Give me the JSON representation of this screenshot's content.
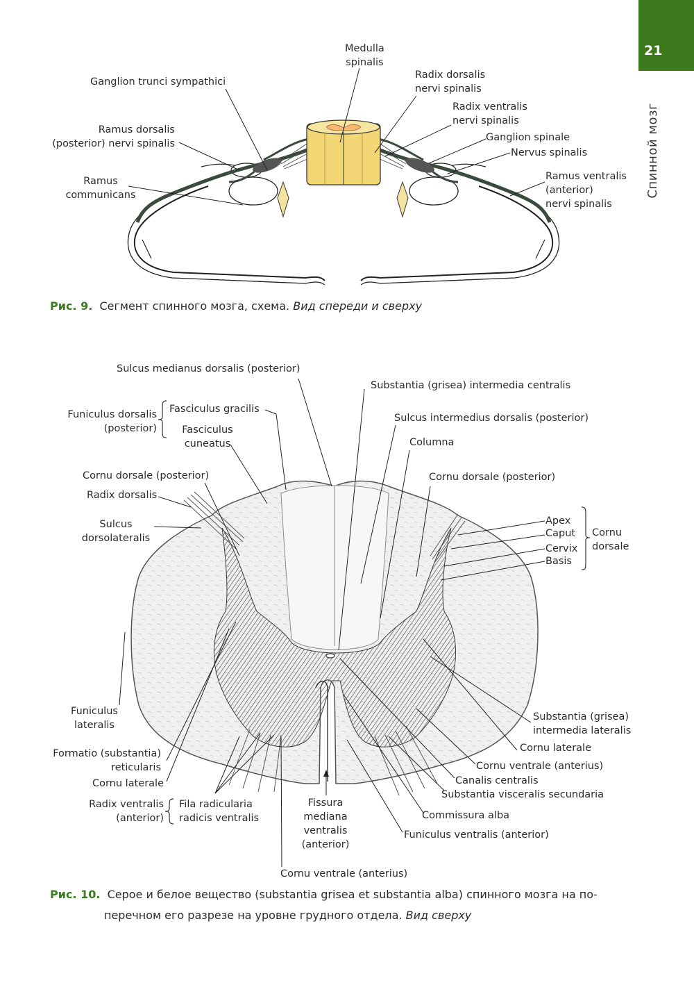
{
  "page": {
    "number": "21",
    "running_head": "Спинной мозг"
  },
  "figure9": {
    "labels": {
      "medulla": "Medulla\nspinalis",
      "radix_dorsalis": "Radix dorsalis\nnervi spinalis",
      "ganglion_trunci": "Ganglion trunci sympathici",
      "radix_ventralis": "Radix ventralis\nnervi spinalis",
      "ganglion_spinale": "Ganglion spinale",
      "nervus_spinalis": "Nervus spinalis",
      "ramus_dorsalis": "Ramus dorsalis\n(posterior) nervi spinalis",
      "ramus_ventralis": "Ramus ventralis\n(anterior)\nnervi spinalis",
      "ramus_communicans": "Ramus\ncommunicans"
    },
    "caption": {
      "number": "Рис. 9.",
      "text": "Сегмент спинного мозга, схема.",
      "italic": "Вид спереди и сверху"
    }
  },
  "figure10": {
    "labels": {
      "sulcus_medianus": "Sulcus medianus dorsalis (posterior)",
      "substantia_intermedia_centralis": "Substantia (grisea) intermedia centralis",
      "funiculus_dorsalis": "Funiculus dorsalis\n(posterior)",
      "fasciculus_gracilis": "Fasciculus gracilis",
      "sulcus_intermedius": "Sulcus intermedius dorsalis (posterior)",
      "fasciculus_cuneatus": "Fasciculus\ncuneatus",
      "columna": "Columna",
      "cornu_dorsale_left": "Cornu dorsale (posterior)",
      "cornu_dorsale_right": "Cornu dorsale (posterior)",
      "radix_dorsalis": "Radix dorsalis",
      "sulcus_dorsolateralis": "Sulcus\ndorsolateralis",
      "apex": "Apex",
      "caput": "Caput",
      "cervix": "Cervix",
      "basis": "Basis",
      "cornu_dorsale_group": "Cornu\ndorsale",
      "funiculus_lateralis": "Funiculus\nlateralis",
      "substantia_intermedia_lateralis": "Substantia (grisea)\nintermedia lateralis",
      "formatio_reticularis": "Formatio (substantia)\nreticularis",
      "cornu_laterale_right": "Cornu laterale",
      "cornu_ventrale_right": "Cornu ventrale (anterius)",
      "cornu_laterale_left": "Cornu laterale",
      "canalis_centralis": "Canalis centralis",
      "substantia_visceralis": "Substantia visceralis secundaria",
      "radix_ventralis": "Radix ventralis\n(anterior)",
      "fila_radicularia": "Fila radicularia\nradicis ventralis",
      "fissura_mediana": "Fissura\nmediana\nventralis\n(anterior)",
      "commissura_alba": "Commissura alba",
      "funiculus_ventralis": "Funiculus ventralis (anterior)",
      "cornu_ventrale_bottom": "Cornu ventrale (anterius)"
    },
    "caption": {
      "number": "Рис. 10.",
      "text": "Серое и белое вещество (substantia grisea et substantia alba) спинного мозга на по-",
      "line2": "перечном его разрезе на уровне грудного отдела.",
      "italic": "Вид сверху"
    }
  },
  "colors": {
    "accent_green": "#3d7a1e",
    "cord_yellow": "#f2d774",
    "nerve_dark": "#3a4a3c"
  }
}
